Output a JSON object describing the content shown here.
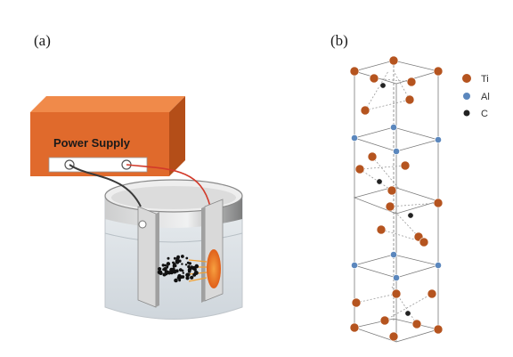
{
  "panel_a": {
    "label": "(a)",
    "power_supply_label": "Power Supply"
  },
  "panel_b": {
    "label": "(b)",
    "legend": [
      {
        "symbol": "Ti",
        "color": "#b5541f"
      },
      {
        "symbol": "Al",
        "color": "#5b87bd"
      },
      {
        "symbol": "C",
        "color": "#222222"
      }
    ]
  },
  "colors": {
    "power_supply_body": "#e06a2c",
    "power_supply_top": "#f08a4a",
    "red_wire": "#d23a2a",
    "black_wire": "#3a3a3a",
    "glow": "#f07a20"
  }
}
